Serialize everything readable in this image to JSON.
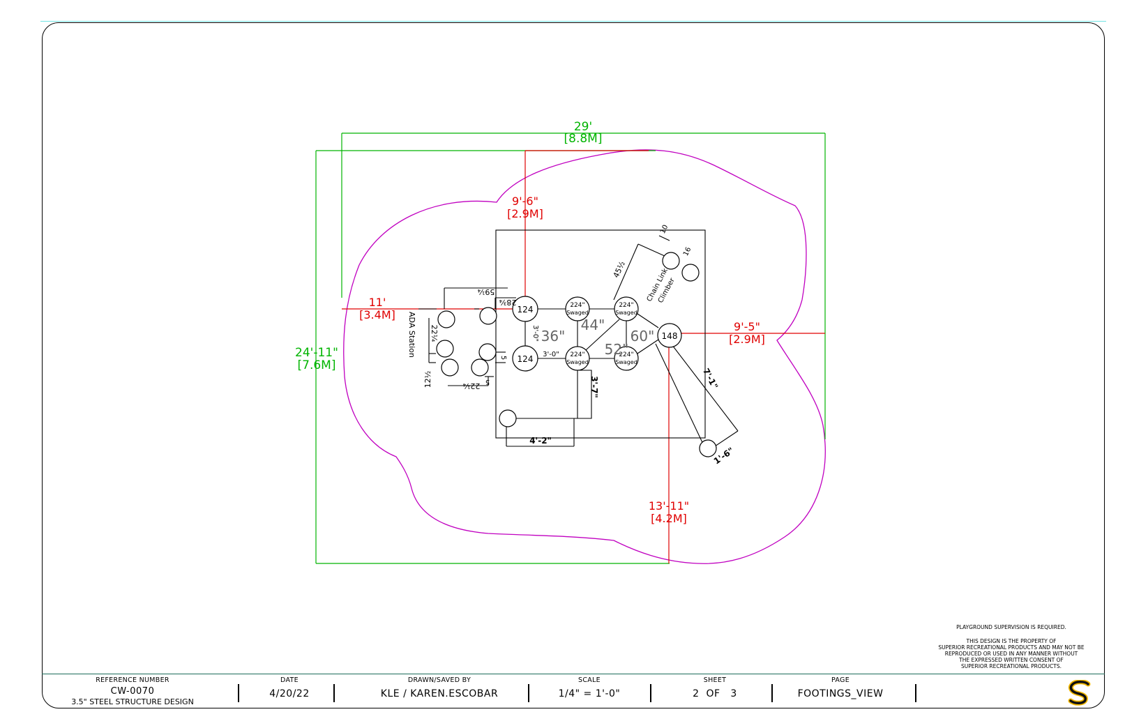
{
  "drawing": {
    "overall_width": {
      "ft": "29'",
      "m": "[8.8M]"
    },
    "overall_depth": {
      "ft": "24'-11\"",
      "m": "[7.6M]"
    },
    "offset_top": {
      "ft": "9'-6\"",
      "m": "[2.9M]"
    },
    "offset_left": {
      "ft": "11'",
      "m": "[3.4M]"
    },
    "offset_right": {
      "ft": "9'-5\"",
      "m": "[2.9M]"
    },
    "offset_bottom": {
      "ft": "13'-11\"",
      "m": "[4.2M]"
    },
    "posts": {
      "p124a": "124",
      "p124b": "124",
      "p224a": "224\"",
      "p224b": "224\"",
      "p224c": "224\"",
      "p224d": "224\"",
      "swaged": "Swaged",
      "p148": "148"
    },
    "areas": {
      "a36": "36\"",
      "a44": "44\"",
      "a52": "52\"",
      "a60": "60\""
    },
    "labels": {
      "ada": "ADA Station",
      "chain1": "Chain Link",
      "chain2": "Climber"
    },
    "dims": {
      "d59": "59¼",
      "d28": "28¾",
      "d22a": "22¼",
      "d12": "12½",
      "d22b": "22¼",
      "d5a": "5",
      "d5b": "5",
      "d3a": "3'-0\"",
      "d3b": "3'-0\"",
      "d37": "3'-7\"",
      "d42": "4'-2\"",
      "d45": "45½",
      "d10": "10",
      "d16": "16",
      "d71": "7'-1\"",
      "d16b": "1'-6\""
    },
    "colors": {
      "dimension_green": "#00b400",
      "dimension_red": "#e00000",
      "safety_zone": "#c000c0"
    }
  },
  "notes": {
    "supervision": "PLAYGROUND SUPERVISION IS REQUIRED.",
    "property_1": "THIS DESIGN IS THE PROPERTY OF",
    "property_2": "SUPERIOR RECREATIONAL PRODUCTS AND MAY NOT BE",
    "property_3": "REPRODUCED OR USED IN ANY MANNER WITHOUT",
    "property_4": "THE EXPRESSED WRITTEN CONSENT OF",
    "property_5": "SUPERIOR RECREATIONAL PRODUCTS."
  },
  "titleblock": {
    "reference_header": "REFERENCE NUMBER",
    "reference_value": "CW-0070",
    "reference_sub": "3.5\" STEEL STRUCTURE DESIGN",
    "date_header": "DATE",
    "date_value": "4/20/22",
    "drawn_header": "DRAWN/SAVED BY",
    "drawn_value": "KLE / KAREN.ESCOBAR",
    "scale_header": "SCALE",
    "scale_value": "1/4\" = 1'-0\"",
    "sheet_header": "SHEET",
    "sheet_value": "2  OF   3",
    "page_header": "PAGE",
    "page_value": "FOOTINGS_VIEW",
    "logo": "superior-s-logo"
  }
}
